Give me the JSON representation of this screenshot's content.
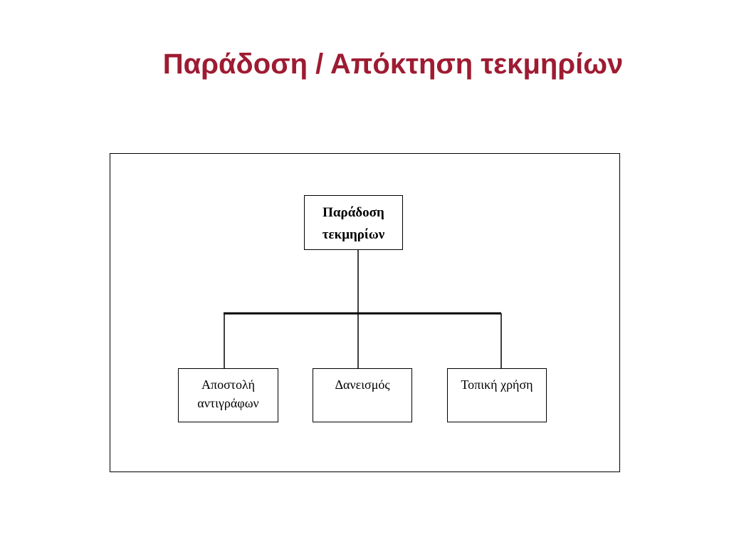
{
  "slide": {
    "title": "Παράδοση / Απόκτηση τεκμηρίων"
  },
  "diagram": {
    "root": {
      "label": "Παράδοση\nτεκμηρίων"
    },
    "children": [
      {
        "label": "Αποστολή\nαντιγράφων"
      },
      {
        "label": "Δανεισμός"
      },
      {
        "label": "Τοπική χρήση"
      }
    ]
  },
  "colors": {
    "title": "#9e1b32",
    "lines": "#000000",
    "background": "#ffffff"
  }
}
